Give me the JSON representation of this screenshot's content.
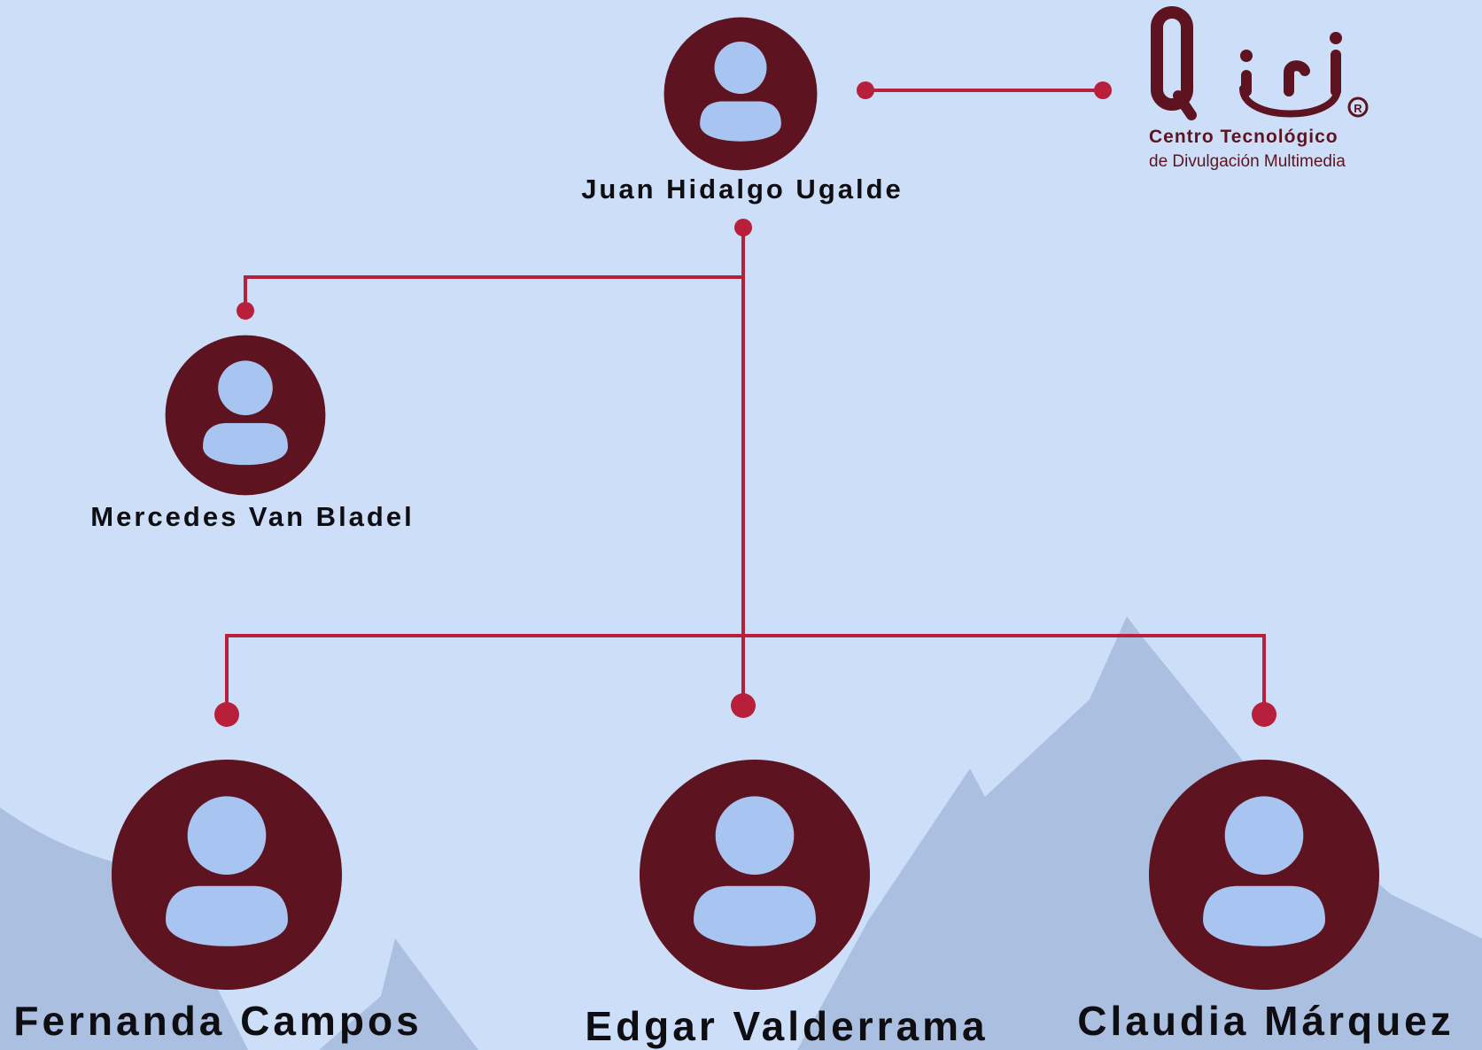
{
  "colors": {
    "background": "#cddff8",
    "mountain": "#abbfe0",
    "avatar_circle": "#5e1320",
    "avatar_figure": "#a8c5f2",
    "connector": "#b81f3a",
    "text": "#0d0d12",
    "logo": "#5e1320"
  },
  "logo": {
    "wordmark": "Qiri",
    "registered": "®",
    "line1": "Centro Tecnológico",
    "line2": "de Divulgación Multimedia"
  },
  "people": {
    "director": {
      "name": "Juan Hidalgo Ugalde",
      "icon": "user-avatar-icon"
    },
    "assistant": {
      "name": "Mercedes Van Bladel",
      "icon": "user-avatar-icon"
    },
    "staff": [
      {
        "name": "Fernanda Campos",
        "icon": "user-avatar-icon"
      },
      {
        "name": "Edgar Valderrama",
        "icon": "user-avatar-icon"
      },
      {
        "name": "Claudia Márquez",
        "icon": "user-avatar-icon"
      }
    ]
  }
}
